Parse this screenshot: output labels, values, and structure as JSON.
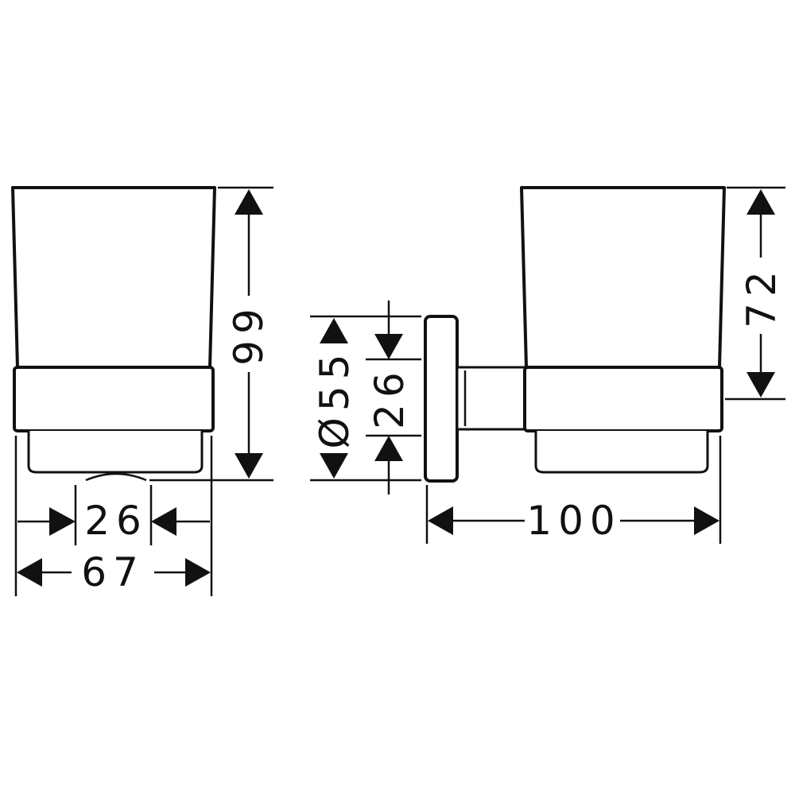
{
  "views": {
    "front": {
      "height_label": "99",
      "inner_width_label": "26",
      "outer_width_label": "67"
    },
    "side": {
      "diameter_label": "Ø55",
      "arm_label": "26",
      "cup_height_label": "72",
      "depth_label": "100"
    }
  },
  "colors": {
    "line": "#111111",
    "background": "#ffffff"
  }
}
